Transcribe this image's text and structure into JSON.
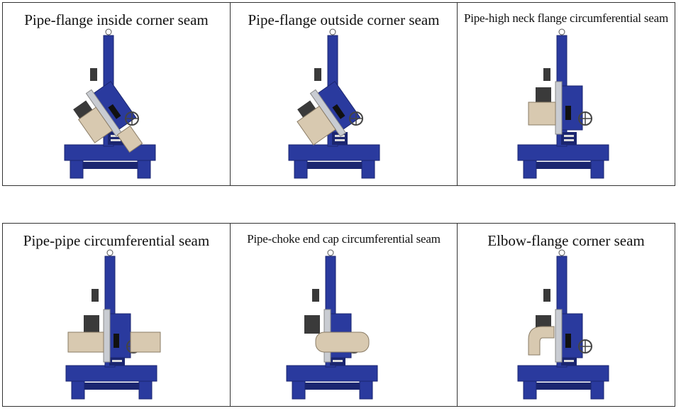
{
  "panels": [
    {
      "title": "Pipe-flange inside corner seam",
      "workpiece": "flange-tilted-inside"
    },
    {
      "title": "Pipe-flange outside corner seam",
      "workpiece": "flange-tilted-outside"
    },
    {
      "title": "Pipe-high neck flange circumferential seam",
      "workpiece": "high-neck-flange"
    },
    {
      "title": "Pipe-pipe circumferential seam",
      "workpiece": "pipe-pipe"
    },
    {
      "title": "Pipe-choke end cap circumferential seam",
      "workpiece": "pipe-end-cap"
    },
    {
      "title": "Elbow-flange corner seam",
      "workpiece": "elbow-flange"
    }
  ],
  "colors": {
    "frame": "#2a3a9e",
    "frame_dark": "#1b2670",
    "pipe": "#d8c9b0",
    "steel": "#c9ccd2",
    "head": "#3a3a3a"
  }
}
